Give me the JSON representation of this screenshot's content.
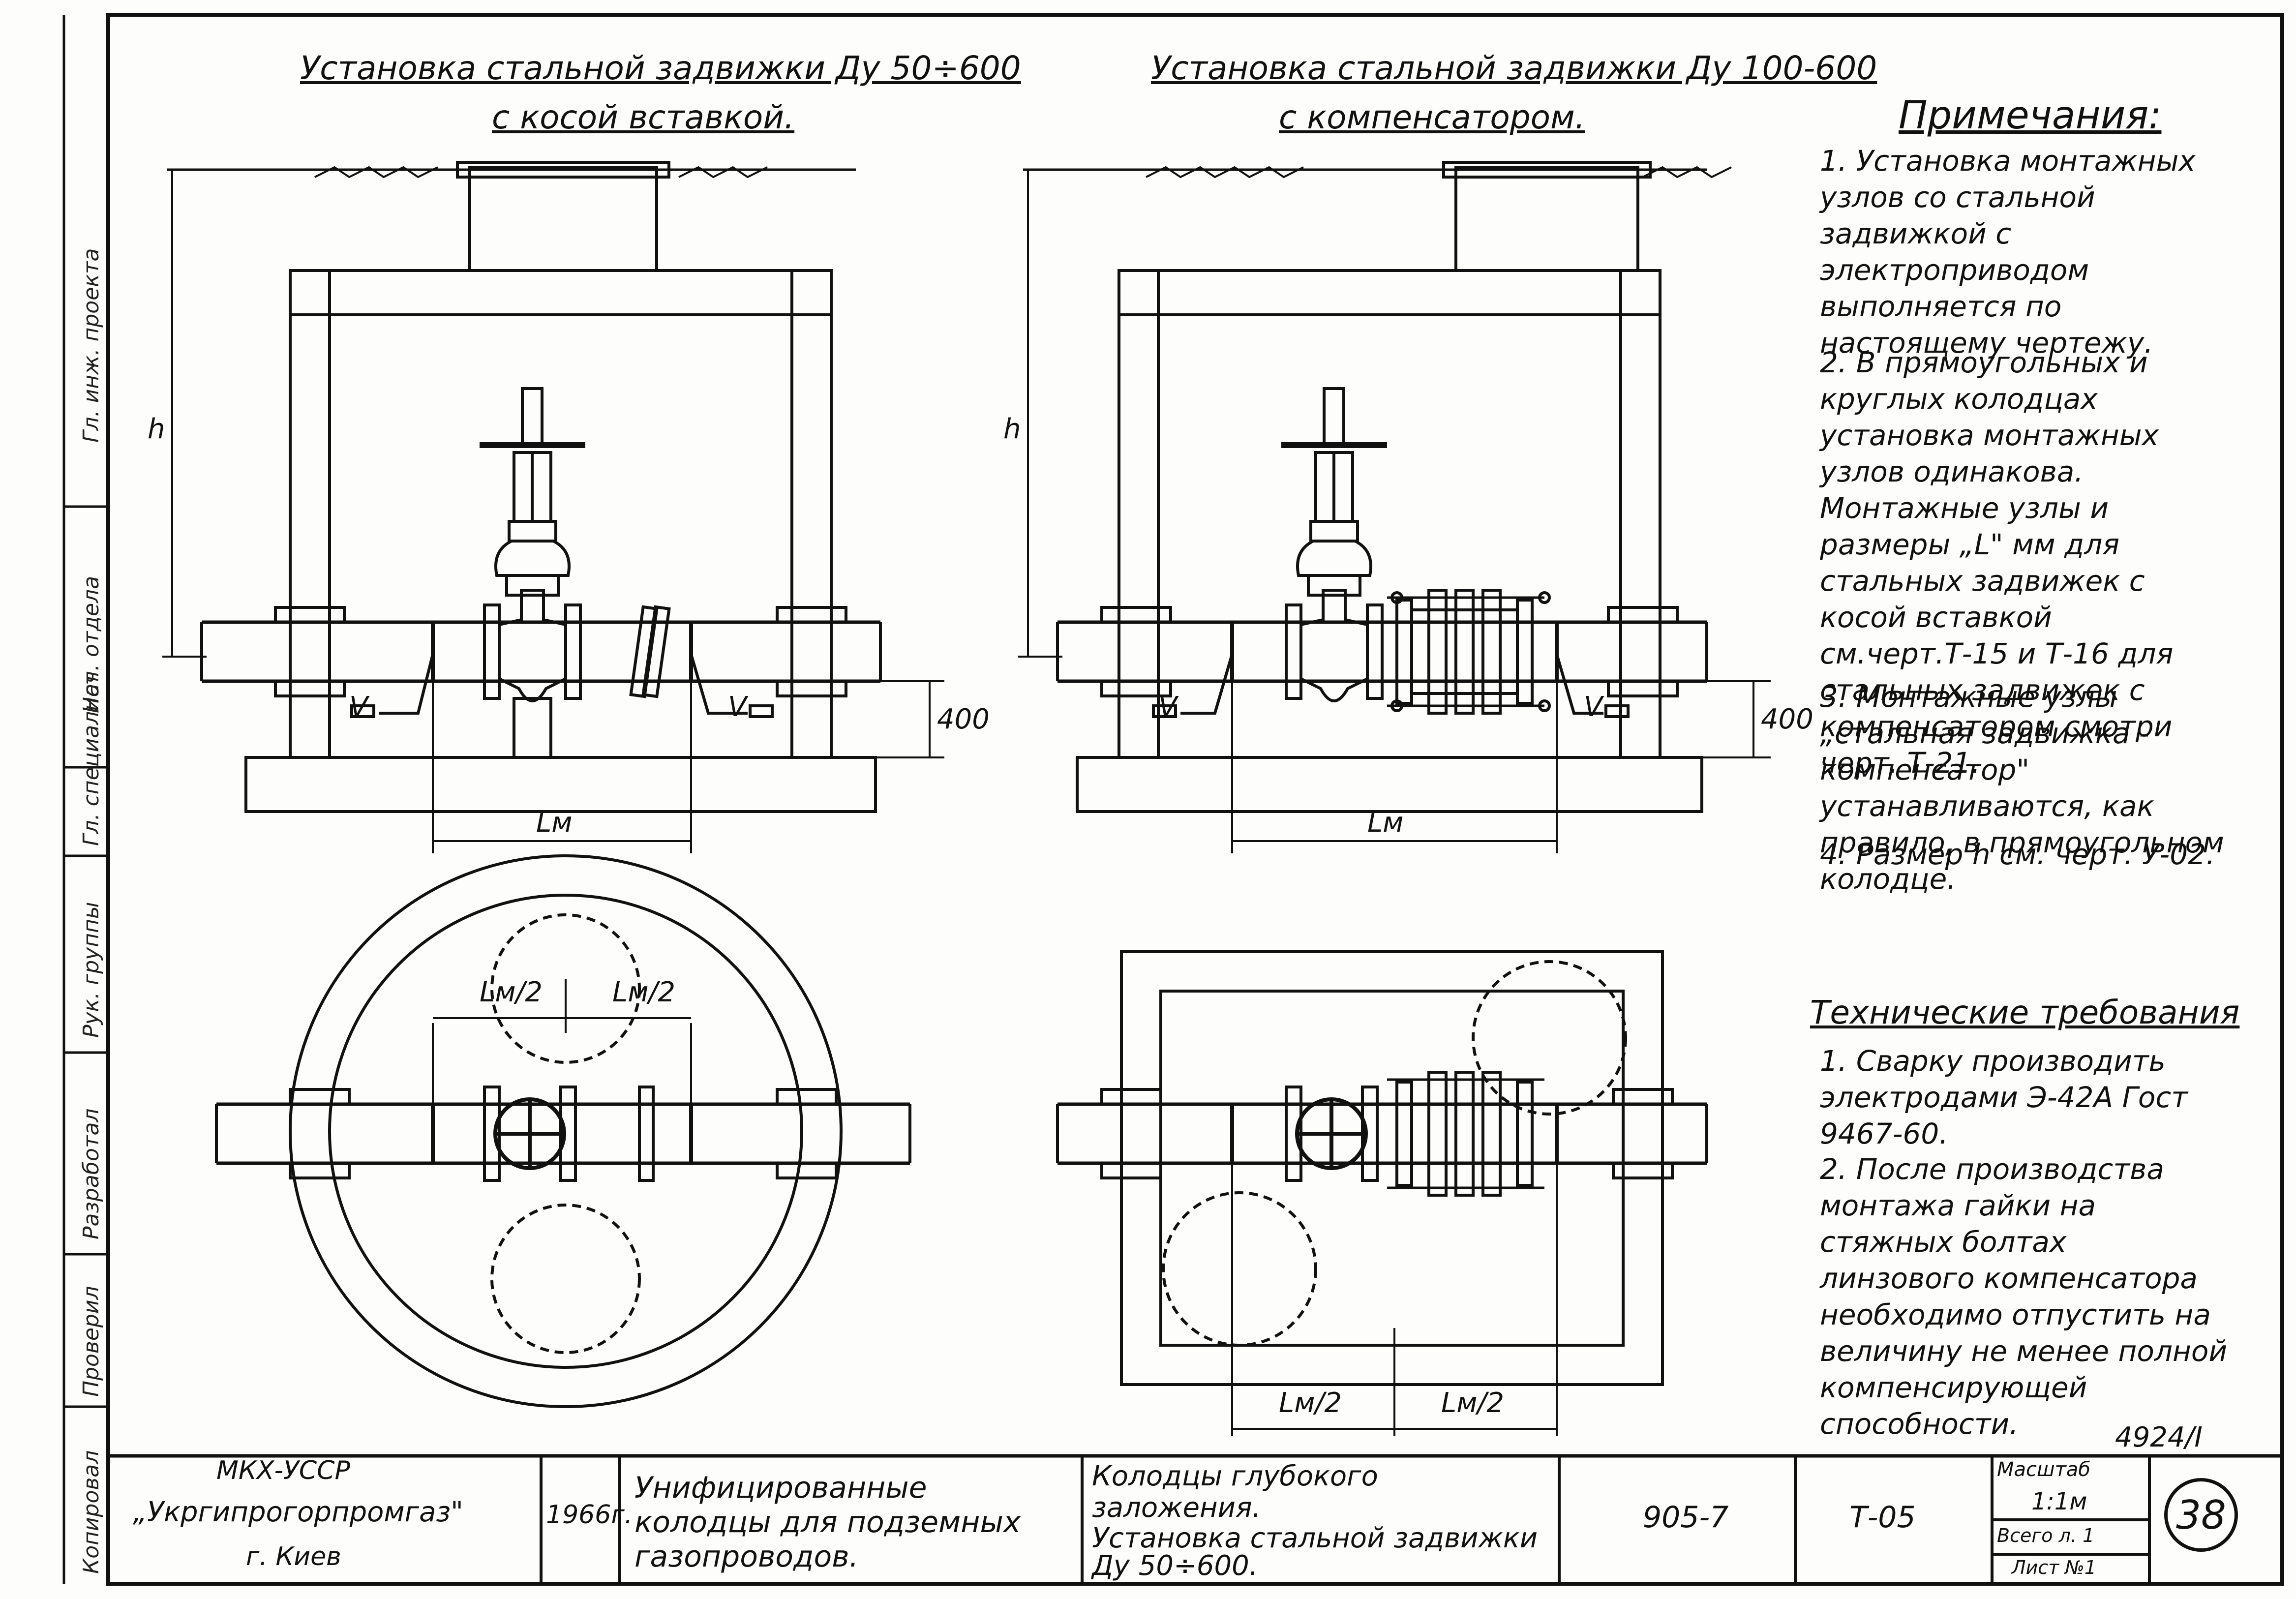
{
  "drawing": {
    "title_left_line1": "Установка стальной задвижки Ду 50÷600",
    "title_left_line2": "с косой вставкой.",
    "title_right_line1": "Установка стальной задвижки Ду 100-600",
    "title_right_line2": "с компенсатором.",
    "dims": {
      "h_left": "h",
      "h_right": "h",
      "d400_left": "400",
      "d400_right": "400",
      "lm_left": "Lм",
      "lm_right": "Lм",
      "lm2_a": "Lм/2",
      "lm2_b": "Lм/2",
      "lm2_c": "Lм/2",
      "lm2_d": "Lм/2",
      "weld_a": "V",
      "weld_b": "V",
      "weld_c": "V",
      "weld_d": "V"
    }
  },
  "notes": {
    "heading": "Примечания:",
    "items": [
      "1. Установка монтажных узлов со стальной задвижкой с электроприводом выполняется по настоящему чертежу.",
      "2. В прямоугольных и круглых колодцах установка монтажных узлов одинакова. Монтажные узлы и размеры „L\" мм для стальных задвижек с косой вставкой см.черт.Т-15 и Т-16 для стальных задвижек с компенсатором смотри черт. Т-21.",
      "3. Монтажные узлы „стальная задвижка - компенсатор\" устанавливаются, как правило, в прямоугольном колодце.",
      "4. Размер h см. черт. У-02."
    ]
  },
  "tech": {
    "heading": "Технические требования",
    "items": [
      "1. Сварку производить электродами Э-42А Гост 9467-60.",
      "2. После производства монтажа гайки на стяжных болтах линзового компенсатора необходимо отпустить на величину не менее полной компенсирующей способности."
    ]
  },
  "stamp": {
    "sheet_code": "4924/I",
    "org_line1": "МКХ-УССР",
    "org_line2": "„Укргипрогорпромгаз\"",
    "org_line3": "г. Киев",
    "year": "1966г.",
    "project": "Унифицированные колодцы для подземных газопроводов.",
    "subject_line1": "Колодцы глубокого заложения.",
    "subject_line2": "Установка стальной задвижки Ду 50÷600.",
    "series": "905-7",
    "drawing_no": "Т-05",
    "scale_label": "Масштаб",
    "scale": "1:1м",
    "sheets_total": "Всего л. 1",
    "sheet_no": "Лист №1",
    "page_number": "38"
  },
  "sidebar": {
    "labels": [
      "Гл. инж. проекта",
      "Нач. отдела",
      "Гл. специалист",
      "Рук. группы",
      "Разработал",
      "Проверил",
      "Копировал"
    ]
  }
}
